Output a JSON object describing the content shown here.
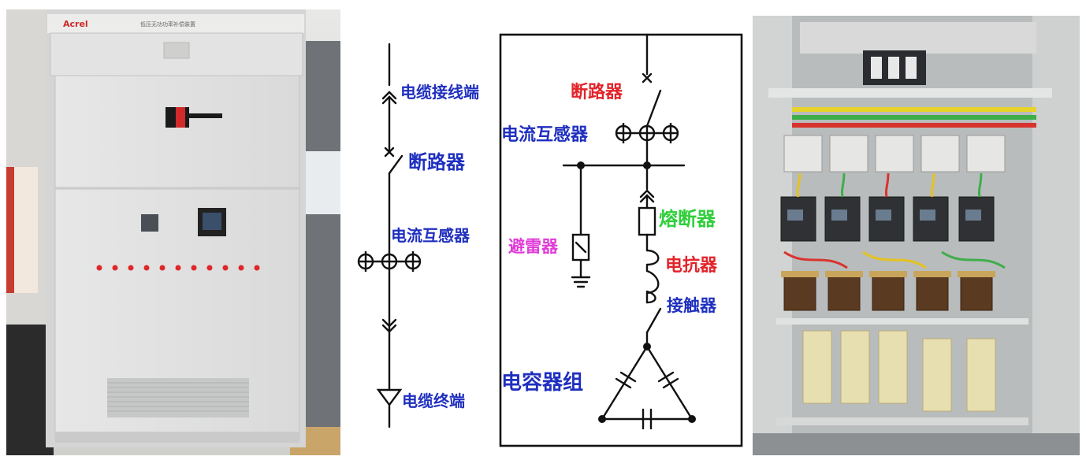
{
  "photo_left": {
    "brand": "Acrel",
    "plate": "低压无功功率补偿装置"
  },
  "diagram_left": {
    "cable_terminal_label": "电缆接线端",
    "breaker_label": "断路器",
    "ct_label": "电流互感器",
    "cable_end_label": "电缆终端"
  },
  "diagram_right": {
    "breaker_label": "断路器",
    "ct_label": "电流互感器",
    "arrester_label": "避雷器",
    "fuse_label": "熔断器",
    "reactor_label": "电抗器",
    "contactor_label": "接触器",
    "capacitor_label": "电容器组"
  },
  "colors": {
    "blue_label": "#1f2fbf",
    "red_label": "#e2242a",
    "green_label": "#2fcf3a",
    "magenta_label": "#e03ad8",
    "line": "#111111"
  }
}
